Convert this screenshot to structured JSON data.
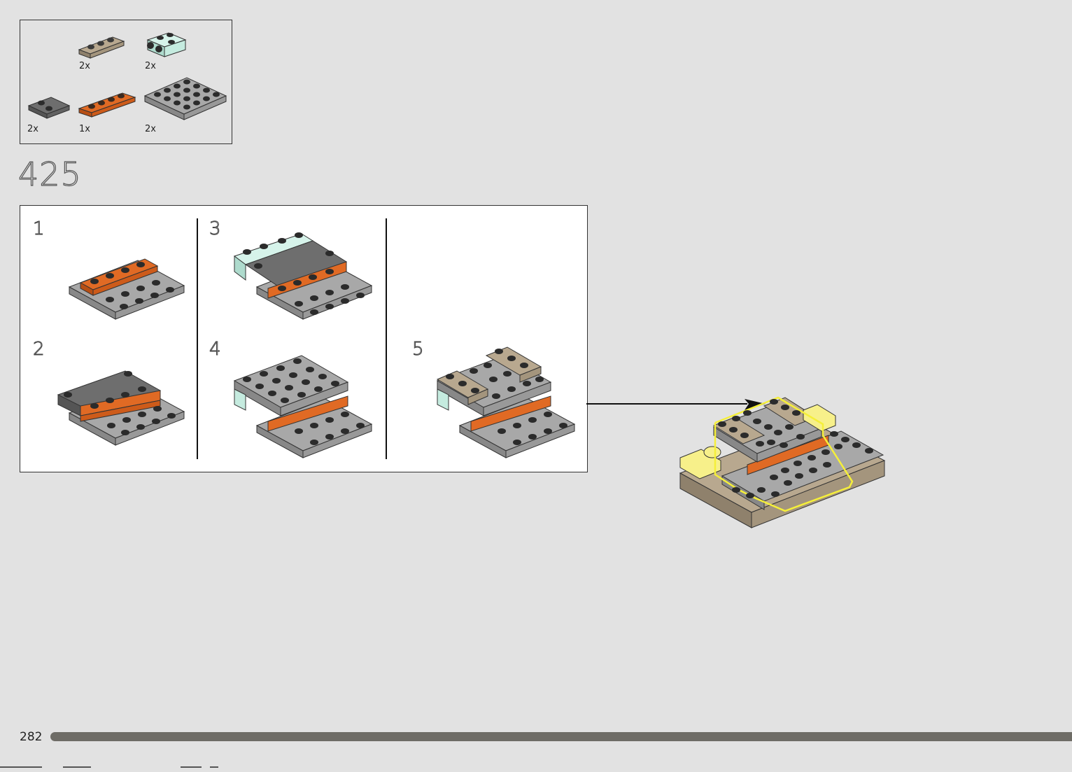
{
  "parts_list": {
    "items": [
      {
        "name": "tan-plate-1x3",
        "qty": "2x",
        "color": "#a99a83"
      },
      {
        "name": "light-aqua-brick-2x2-with-side-studs",
        "qty": "2x",
        "color": "#c9ede2"
      },
      {
        "name": "dark-gray-plate-2x2",
        "qty": "2x",
        "color": "#6b6b6b"
      },
      {
        "name": "orange-plate-1x4",
        "qty": "1x",
        "color": "#d9621f"
      },
      {
        "name": "light-gray-plate-4x4",
        "qty": "2x",
        "color": "#a0a0a0"
      }
    ]
  },
  "step": {
    "number": "425"
  },
  "substeps": [
    {
      "label": "1"
    },
    {
      "label": "2"
    },
    {
      "label": "3"
    },
    {
      "label": "4"
    },
    {
      "label": "5"
    }
  ],
  "footer": {
    "page_number": "282"
  },
  "colors": {
    "background": "#e2e2e2",
    "highlight": "#f5ef3a",
    "progress_bar": "#6e6c66",
    "stud_dark": "#2b2b2b"
  }
}
